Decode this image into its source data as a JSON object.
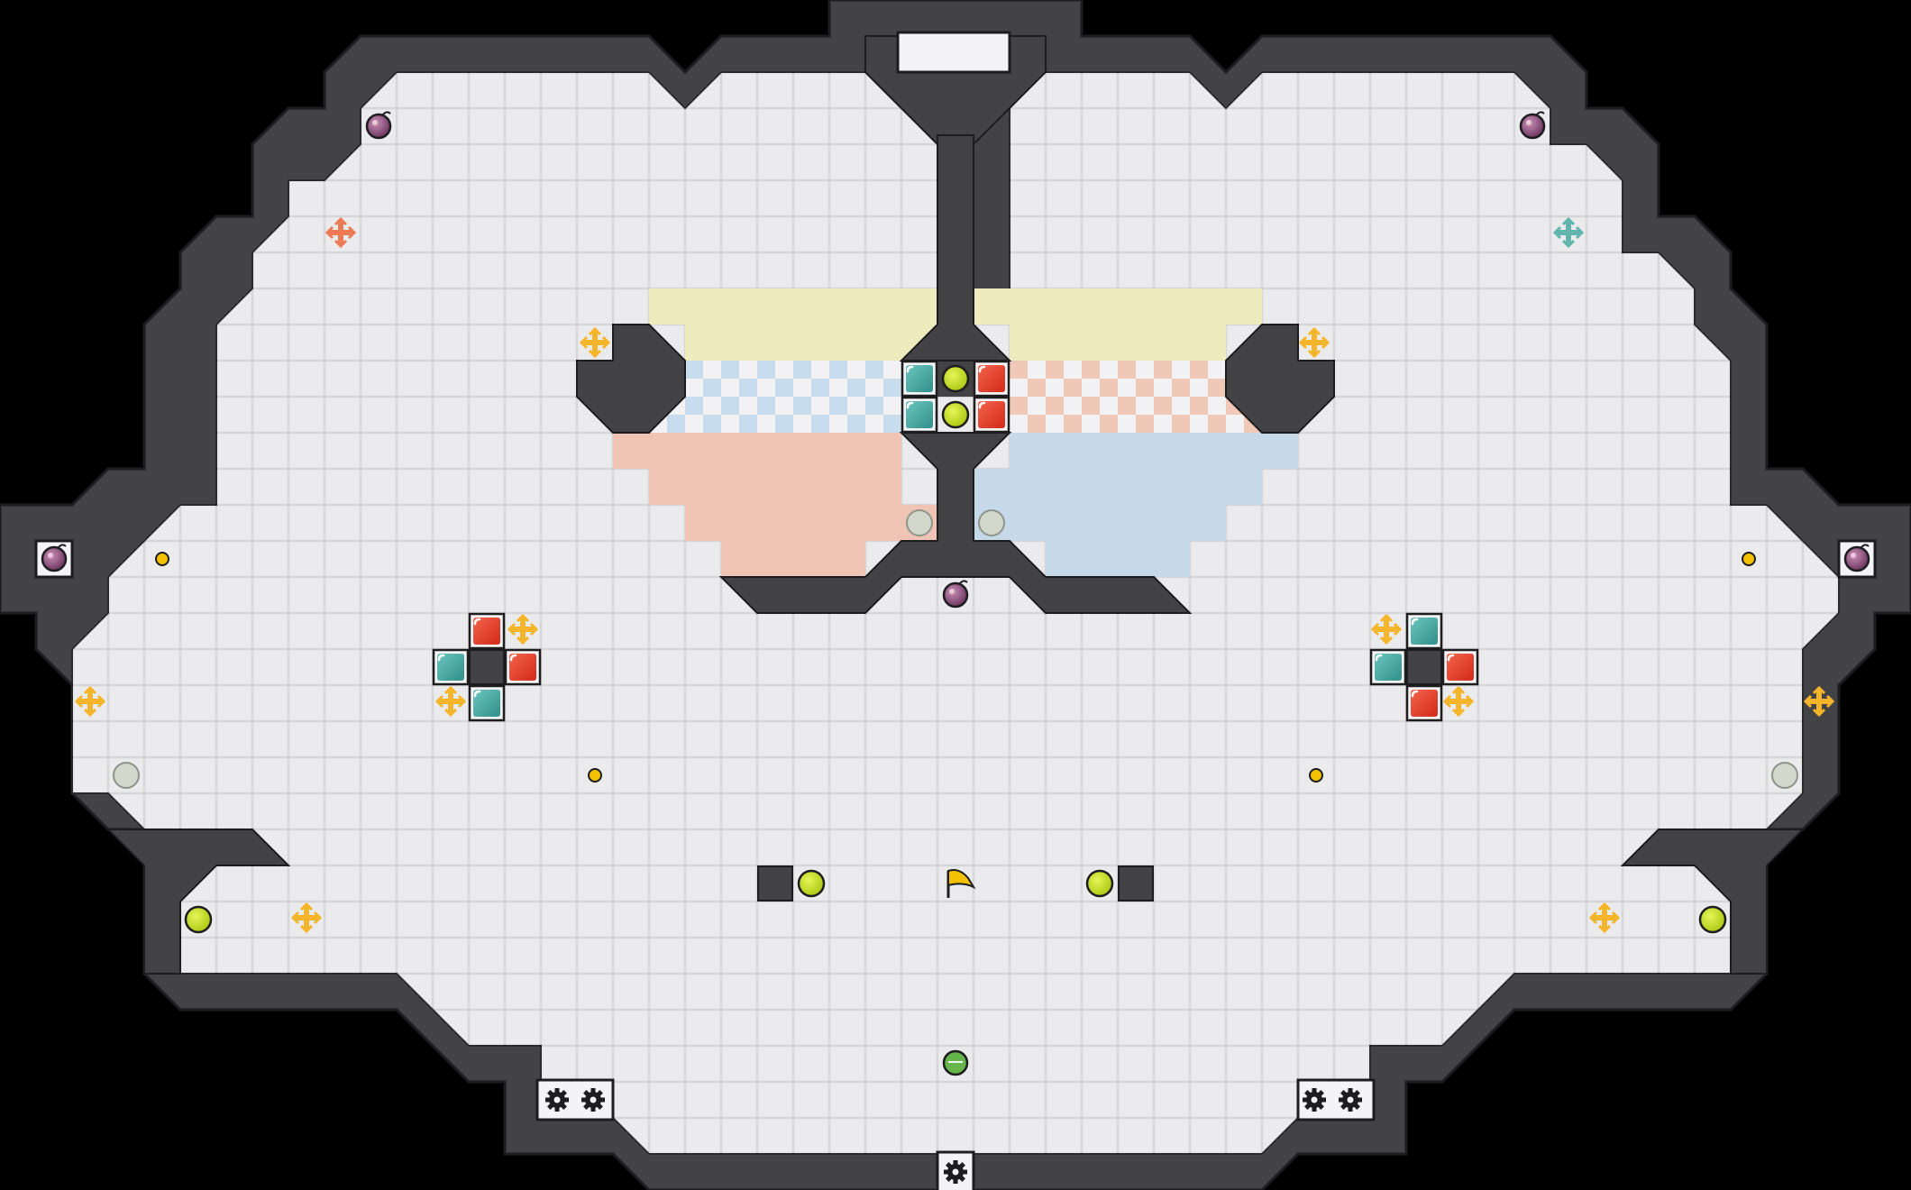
{
  "screen": {
    "title": "",
    "colors": {
      "background": "#000000",
      "floor": "#ebebed",
      "floor_grid": "#d4d4d8",
      "wall": "#434346",
      "wall_edge": "#2a2a2d",
      "wall_bevel": "#f4f4f6",
      "yellow_orb": "#c5e21a",
      "inactive_orb": "#d2d8cc",
      "red_block": "#e83b2a",
      "teal_block": "#3fa7a0",
      "purple_bomb": "#8c4a78",
      "yellow_spawn": "#f4b52a",
      "red_spawn": "#ee7a55",
      "teal_spawn": "#61b5ad",
      "zone_yellow": "#eeebbe",
      "zone_red": "#f0c4b4",
      "zone_blue": "#c5d9e8",
      "flag": "#f2c200"
    }
  },
  "zones": [
    {
      "name": "top-left-yellow-zone",
      "color": "zone_yellow"
    },
    {
      "name": "top-right-yellow-zone",
      "color": "zone_yellow"
    },
    {
      "name": "left-blue-checker-zone",
      "color": "zone_blue"
    },
    {
      "name": "right-red-checker-zone",
      "color": "zone_red"
    },
    {
      "name": "left-red-zone",
      "color": "zone_red"
    },
    {
      "name": "right-blue-zone",
      "color": "zone_blue"
    }
  ],
  "objects": {
    "icon_names": [
      "yellow-orb-icon",
      "inactive-orb-icon",
      "red-block-icon",
      "teal-block-icon",
      "purple-bomb-icon",
      "yellow-spawn-icon",
      "red-spawn-icon",
      "teal-spawn-icon",
      "coin-icon",
      "gear-icon",
      "flag-icon",
      "green-ball-icon"
    ]
  }
}
